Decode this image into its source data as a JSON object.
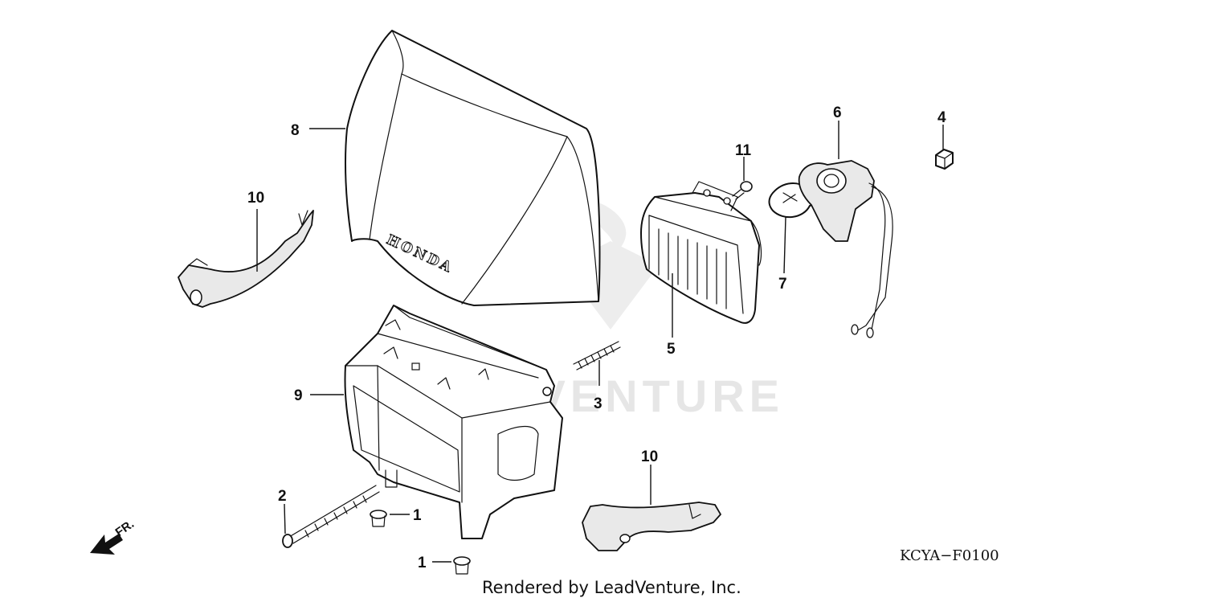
{
  "watermark": {
    "text": "LEADVENTURE"
  },
  "footer": {
    "rendered_by": "Rendered by LeadVenture, Inc."
  },
  "diagram_code": "KCYA−F0100",
  "front_indicator": "FR.",
  "visor_brand": "HONDA",
  "callouts": {
    "c1a": "1",
    "c1b": "1",
    "c2": "2",
    "c3": "3",
    "c4": "4",
    "c5": "5",
    "c6": "6",
    "c7": "7",
    "c8": "8",
    "c9": "9",
    "c10a": "10",
    "c10b": "10",
    "c11": "11"
  }
}
